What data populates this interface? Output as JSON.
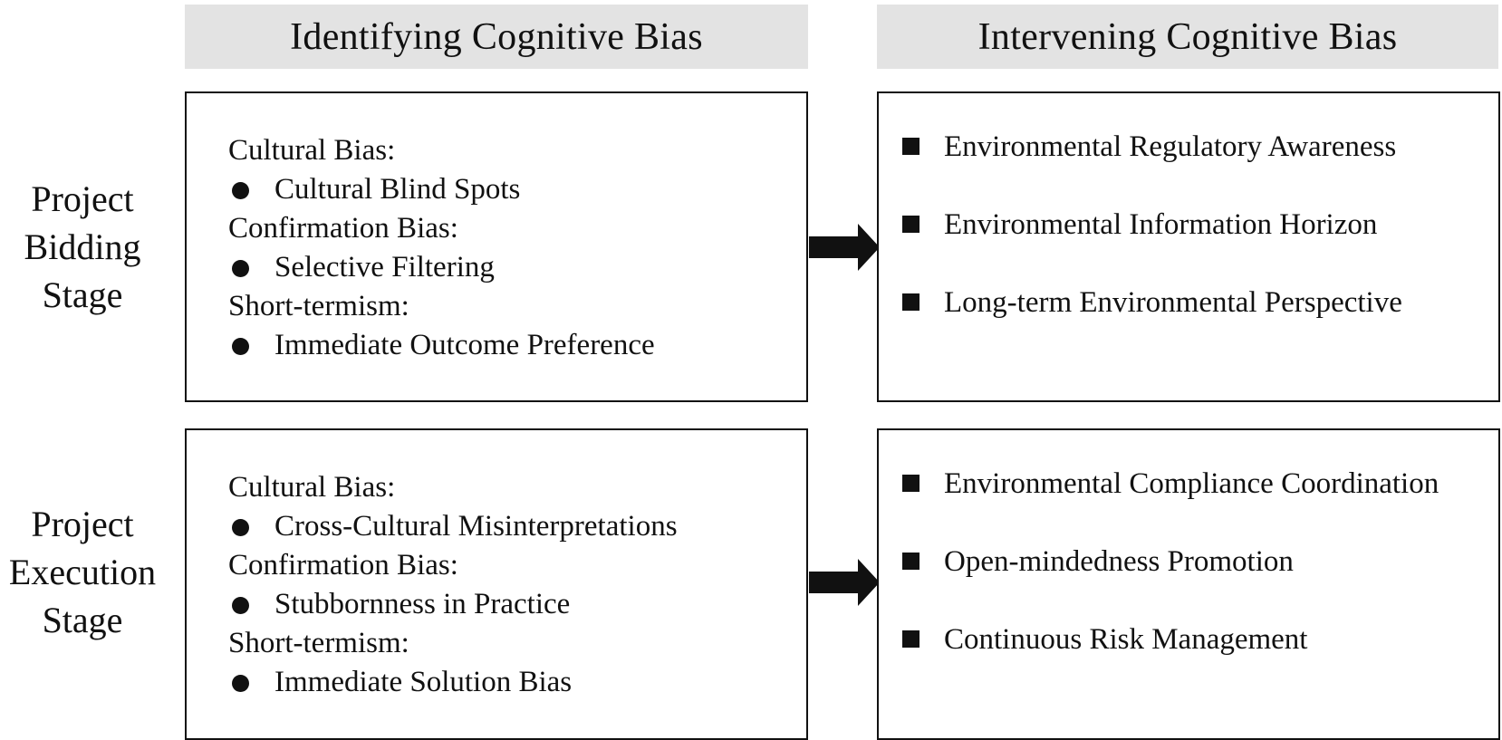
{
  "headers": {
    "left": "Identifying Cognitive Bias",
    "right": "Intervening Cognitive Bias"
  },
  "stages": [
    {
      "label_lines": [
        "Project",
        "Bidding",
        "Stage"
      ],
      "biases": [
        {
          "heading": "Cultural Bias:",
          "item": "Cultural Blind Spots"
        },
        {
          "heading": "Confirmation Bias:",
          "item": "Selective Filtering"
        },
        {
          "heading": "Short-termism:",
          "item": "Immediate Outcome Preference"
        }
      ],
      "interventions": [
        "Environmental Regulatory Awareness",
        "Environmental Information Horizon",
        "Long-term Environmental Perspective"
      ]
    },
    {
      "label_lines": [
        "Project",
        "Execution",
        "Stage"
      ],
      "biases": [
        {
          "heading": "Cultural Bias:",
          "item": "Cross-Cultural Misinterpretations"
        },
        {
          "heading": "Confirmation Bias:",
          "item": "Stubbornness in Practice"
        },
        {
          "heading": "Short-termism:",
          "item": "Immediate Solution Bias"
        }
      ],
      "interventions": [
        "Environmental Compliance Coordination",
        "Open-mindedness Promotion",
        "Continuous Risk Management"
      ]
    }
  ],
  "colors": {
    "header_bg": "#e3e3e3",
    "ink": "#111111",
    "background": "#ffffff"
  },
  "icons": {
    "bias_bullet": "filled-circle-icon",
    "intervention_bullet": "filled-square-icon",
    "connector": "right-arrow-icon"
  }
}
